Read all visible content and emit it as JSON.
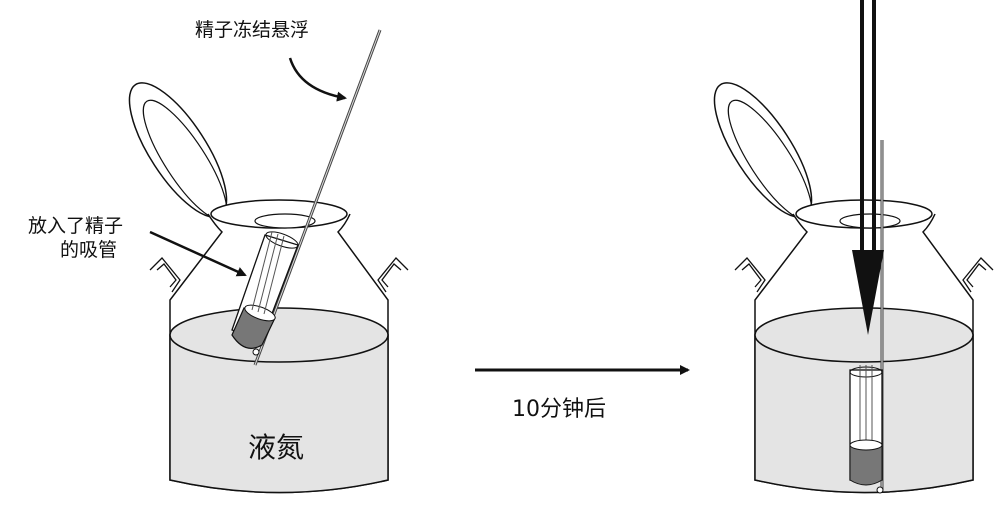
{
  "labels": {
    "suspension": "精子冻结悬浮",
    "straw_line1": "放入了精子",
    "straw_line2": "的吸管",
    "time": "10分钟后",
    "liquid": "液氮"
  },
  "colors": {
    "liquid": "#e4e4e4",
    "straw_plug": "#777777",
    "stroke": "#111111"
  }
}
